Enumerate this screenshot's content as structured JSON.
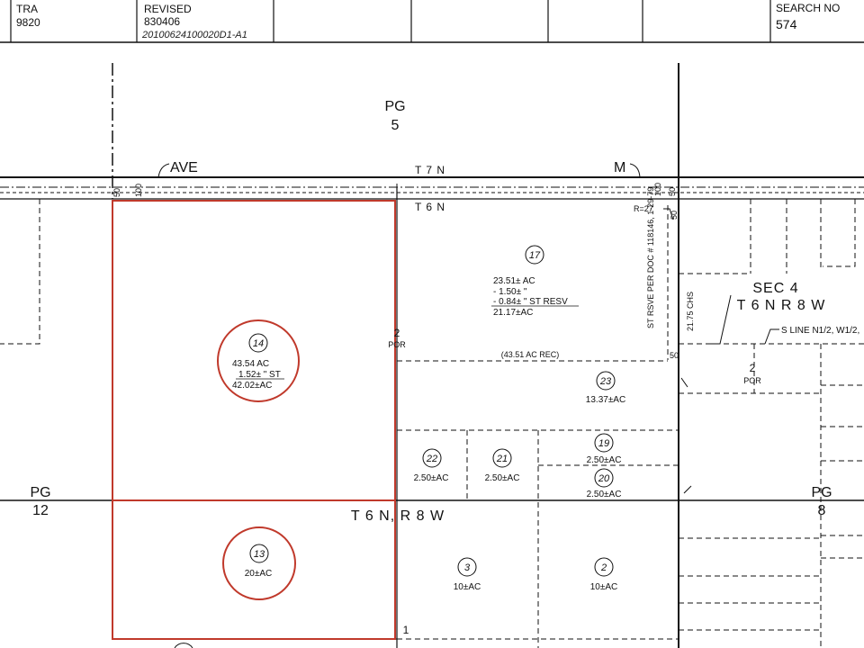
{
  "header": {
    "tra_label": "TRA",
    "tra_value": "9820",
    "revised_label": "REVISED",
    "revised_value": "830406",
    "revised_doc": "20100624100020D1-A1",
    "search_label": "SEARCH NO",
    "search_value": "574"
  },
  "page_refs": {
    "north": {
      "label": "PG",
      "num": "5"
    },
    "west": {
      "label": "PG",
      "num": "12"
    },
    "east": {
      "label": "PG",
      "num": "8"
    }
  },
  "roads": {
    "ave_label": "AVE",
    "m_label": "M",
    "dim_50_left": "50",
    "dim_100_left": "100",
    "dim_100_right": "100",
    "dim_50_right": "50",
    "dim_50_right2": "50",
    "dim_50_mid": "50",
    "radius": "R=27"
  },
  "townships": {
    "t7n": "T 7 N",
    "t6n_top": "T 6 N",
    "t6n_r8w": "T 6 N, R 8 W",
    "sec4": "SEC 4",
    "sec4_twp": "T 6 N R 8 W",
    "s_line": "S LINE N1/2, W1/2,"
  },
  "annotations": {
    "st_resv": "ST RSVE PER DOC # 118146, 1-29-79",
    "chains": "21.75 CHS",
    "rec": "(43.51 AC REC)",
    "lot2_mid": "2",
    "lot2_mid_por": "POR",
    "lot2_right": "2",
    "lot2_right_por": "POR",
    "lot1": "1"
  },
  "parcels": {
    "p14": {
      "num": "14",
      "l1": "43.54  AC",
      "l2": "1.52± \"  ST",
      "l3": "42.02±AC"
    },
    "p13": {
      "num": "13",
      "l1": "20±AC"
    },
    "p17": {
      "num": "17",
      "l1": "23.51± AC",
      "l2": "- 1.50±  \"",
      "l3": "- 0.84±  \"  ST RESV",
      "l4": "21.17±AC"
    },
    "p23": {
      "num": "23",
      "l1": "13.37±AC"
    },
    "p22": {
      "num": "22",
      "l1": "2.50±AC"
    },
    "p21": {
      "num": "21",
      "l1": "2.50±AC"
    },
    "p19": {
      "num": "19",
      "l1": "2.50±AC"
    },
    "p20": {
      "num": "20",
      "l1": "2.50±AC"
    },
    "p3": {
      "num": "3",
      "l1": "10±AC"
    },
    "p2": {
      "num": "2",
      "l1": "10±AC"
    }
  },
  "colors": {
    "ink": "#111111",
    "highlight": "#c0392b"
  }
}
